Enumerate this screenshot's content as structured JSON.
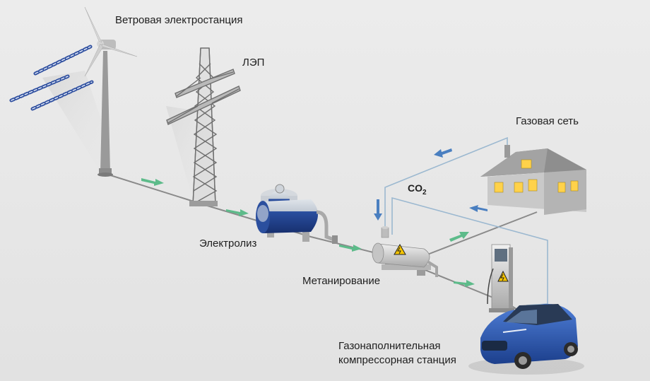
{
  "labels": {
    "wind_station": "Ветровая электростанция",
    "power_line": "ЛЭП",
    "gas_network": "Газовая сеть",
    "co2_main": "CO",
    "co2_sub": "2",
    "electrolysis": "Электролиз",
    "methanation": "Метанирование",
    "filling_station_line1": "Газонаполнительная",
    "filling_station_line2": "компрессорная станция"
  },
  "colors": {
    "background": "#e9e9e9",
    "flow_arrow_green": "#5dbb8a",
    "flow_arrow_blue": "#4a7fc0",
    "gas_pipe_blue": "#9bb8d0",
    "tank_blue": "#1f3f8f",
    "car_blue": "#2a59b8",
    "window_yellow": "#ffd24a",
    "warning_yellow": "#f5c400"
  },
  "icons": {
    "wind_turbine": "wind-turbine-icon",
    "pylon": "power-pylon-icon",
    "house": "house-icon",
    "electrolyzer": "electrolyzer-tank-icon",
    "methanation_reactor": "methanation-reactor-icon",
    "fuel_dispenser": "fuel-dispenser-icon",
    "car": "car-icon",
    "hazard": "hazard-sign-icon"
  }
}
